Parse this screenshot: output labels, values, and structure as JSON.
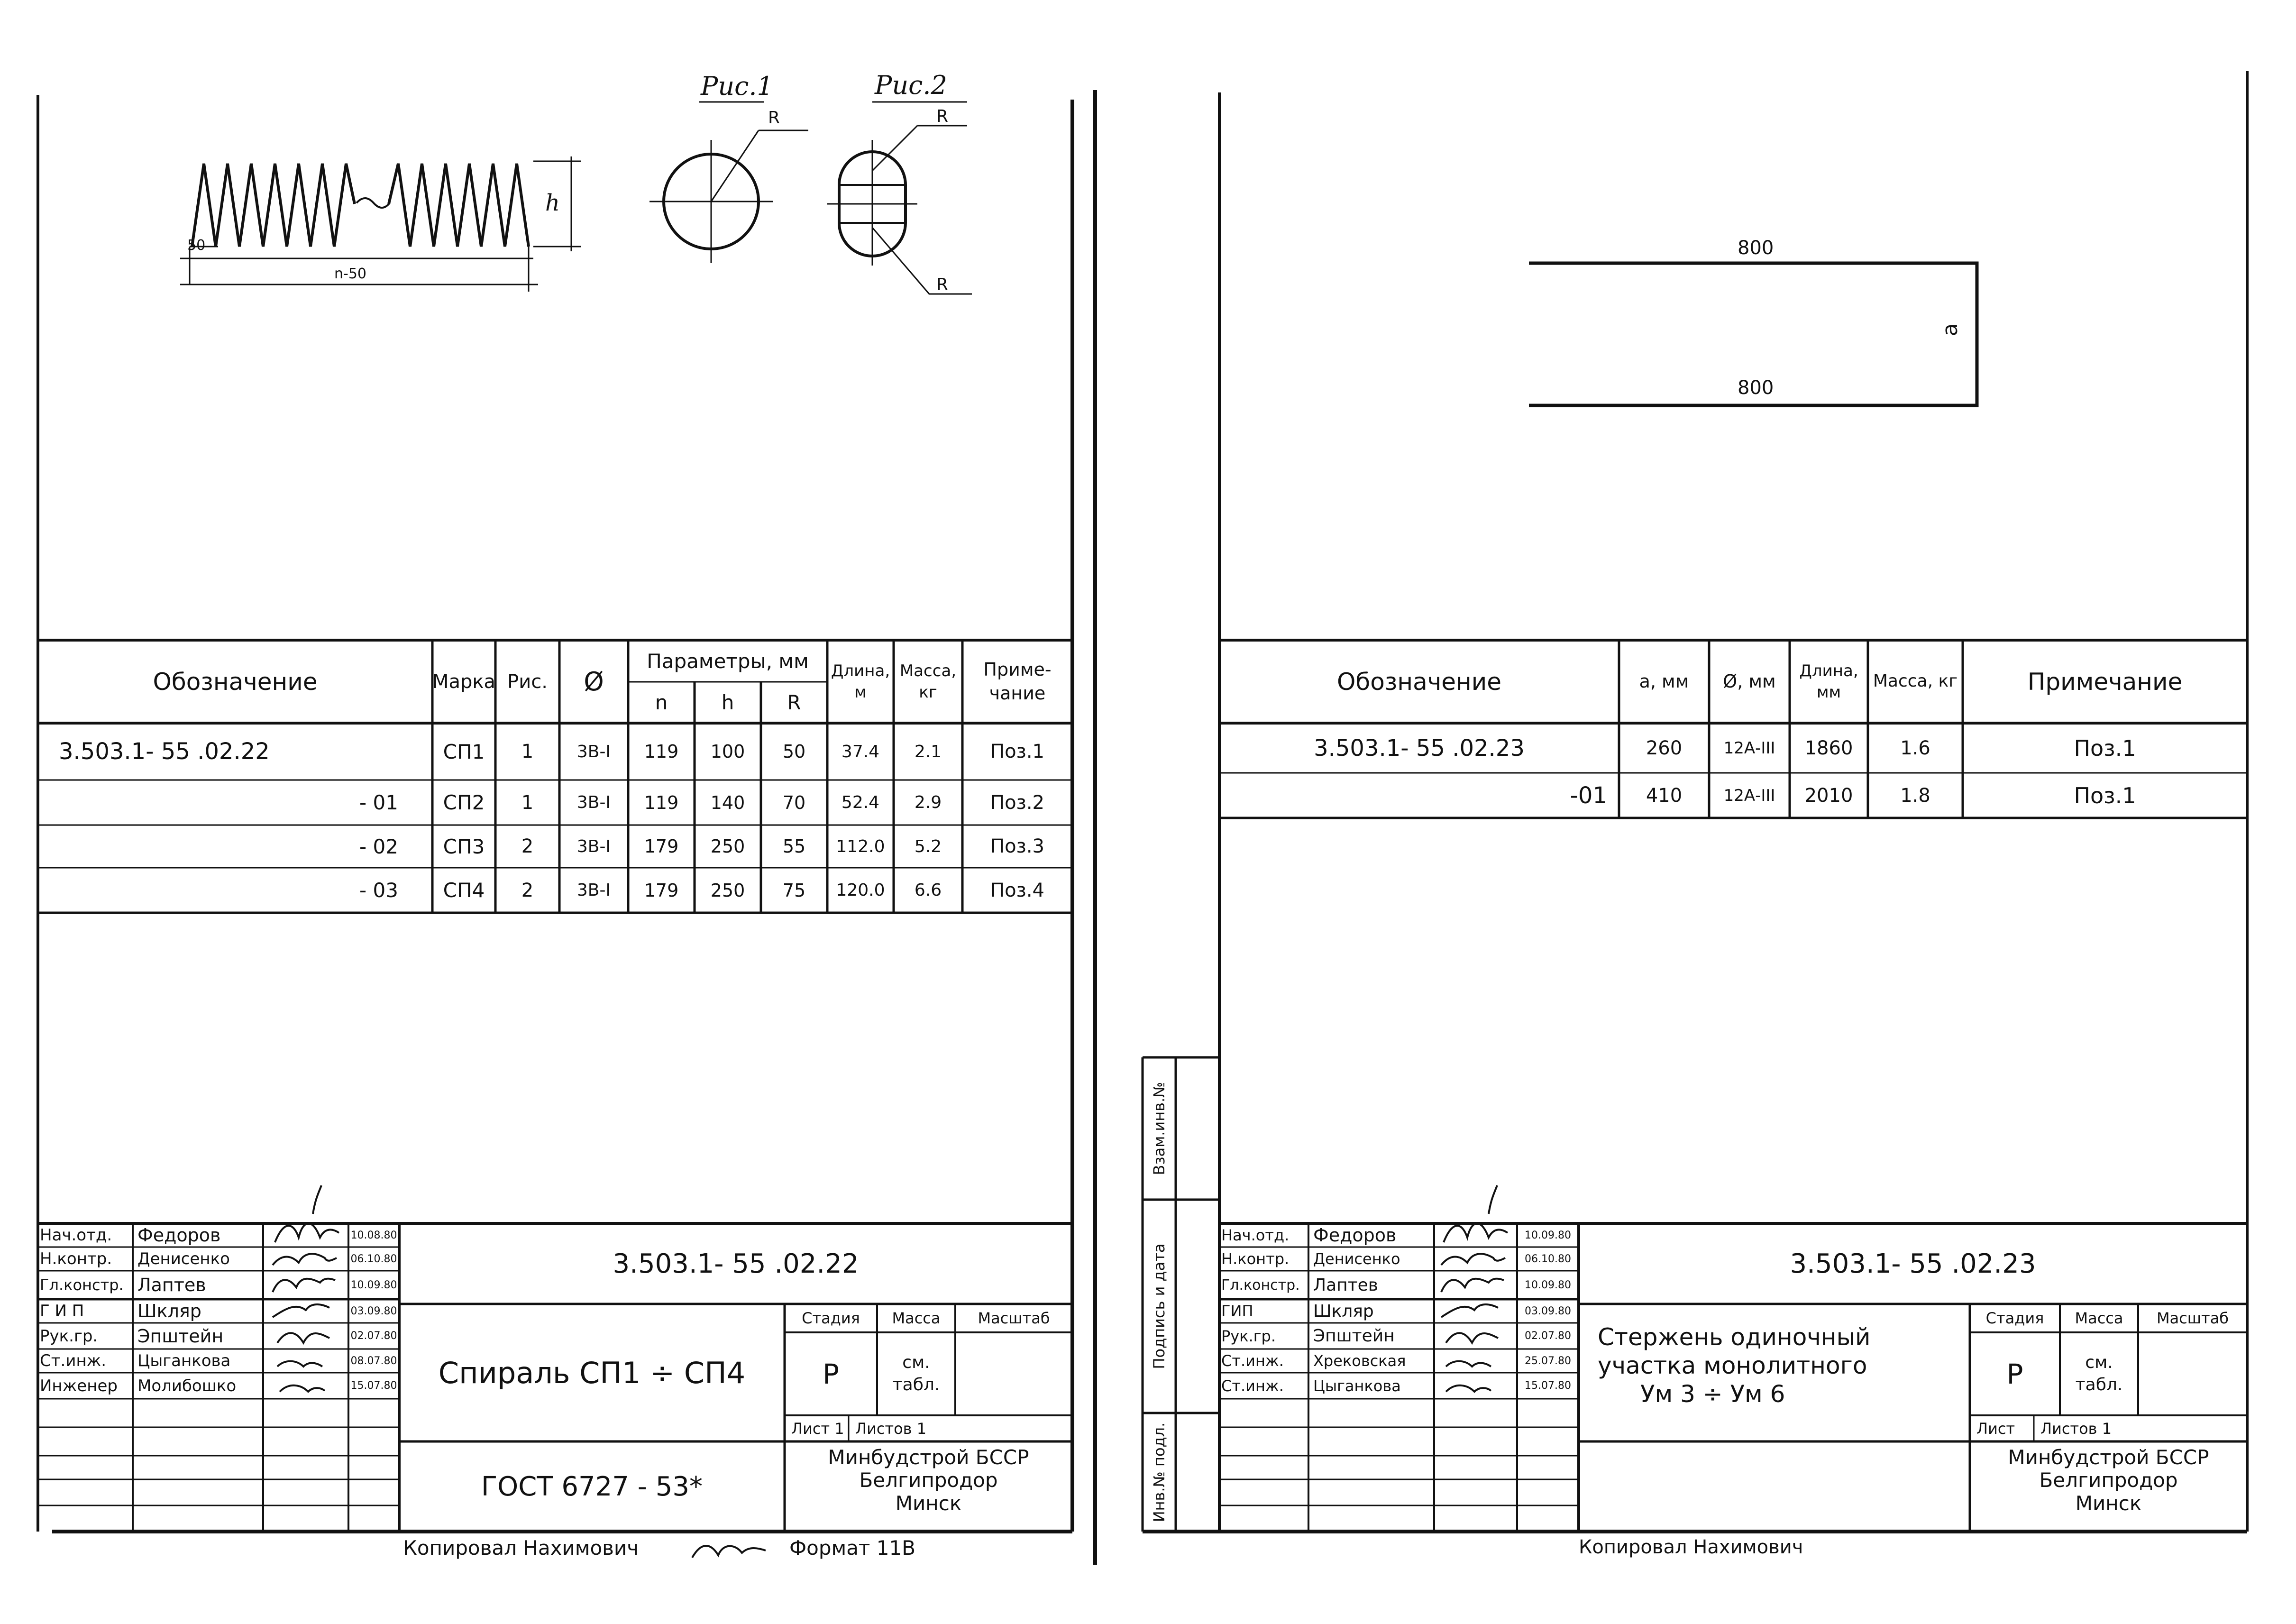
{
  "left": {
    "figure": {
      "fig1_label": "Рис.1",
      "fig2_label": "Рис.2",
      "r_label": "R",
      "h_label": "h",
      "pitch_label": "50",
      "span_label": "n-50"
    },
    "table": {
      "headers": {
        "designation": "Обозначение",
        "mark": "Марка",
        "fig": "Рис.",
        "diam": "Ø",
        "params": "Параметры, мм",
        "p_n": "n",
        "p_h": "h",
        "p_r": "R",
        "length": "Длина, м",
        "mass": "Масса, кг",
        "note": "Приме-чание"
      },
      "rows": [
        {
          "designation": "3.503.1- 55 .02.22",
          "mark": "СП1",
          "fig": "1",
          "diam": "3В-I",
          "n": "119",
          "h": "100",
          "r": "50",
          "length": "37.4",
          "mass": "2.1",
          "note": "Поз.1"
        },
        {
          "designation": "- 01",
          "mark": "СП2",
          "fig": "1",
          "diam": "3В-I",
          "n": "119",
          "h": "140",
          "r": "70",
          "length": "52.4",
          "mass": "2.9",
          "note": "Поз.2"
        },
        {
          "designation": "- 02",
          "mark": "СП3",
          "fig": "2",
          "diam": "3В-I",
          "n": "179",
          "h": "250",
          "r": "55",
          "length": "112.0",
          "mass": "5.2",
          "note": "Поз.3"
        },
        {
          "designation": "- 03",
          "mark": "СП4",
          "fig": "2",
          "diam": "3В-I",
          "n": "179",
          "h": "250",
          "r": "75",
          "length": "120.0",
          "mass": "6.6",
          "note": "Поз.4"
        }
      ]
    },
    "stamp": {
      "doc_code": "3.503.1- 55 .02.22",
      "title": "Спираль СП1 ÷ СП4",
      "standard": "ГОСТ 6727 - 53*",
      "stage_label": "Стадия",
      "mass_label": "Масса",
      "scale_label": "Масштаб",
      "stage_value": "Р",
      "mass_value": "см. табл.",
      "sheet_label": "Лист 1",
      "sheets_label": "Листов 1",
      "org": [
        "Минбудстрой БССР",
        "Белгипродор",
        "Минск"
      ],
      "people": [
        {
          "role": "Нач.отд.",
          "name": "Федоров",
          "date": "10.08.80"
        },
        {
          "role": "Н.контр.",
          "name": "Денисенко",
          "date": "06.10.80"
        },
        {
          "role": "Гл.констр.",
          "name": "Лаптев",
          "date": "10.09.80"
        },
        {
          "role": "Г И П",
          "name": "Шкляр",
          "date": "03.09.80"
        },
        {
          "role": "Рук.гр.",
          "name": "Эпштейн",
          "date": "02.07.80"
        },
        {
          "role": "Ст.инж.",
          "name": "Цыганкова",
          "date": "08.07.80"
        },
        {
          "role": "Инженер",
          "name": "Молибошко",
          "date": "15.07.80"
        }
      ],
      "copied": "Копировал Нахимович",
      "format": "Формат 11В"
    }
  },
  "right": {
    "figure": {
      "top_dim": "800",
      "bottom_dim": "800",
      "side_label": "a"
    },
    "table": {
      "headers": {
        "designation": "Обозначение",
        "a": "a, мм",
        "diam": "Ø, мм",
        "length": "Длина, мм",
        "mass": "Масса, кг",
        "note": "Примечание"
      },
      "rows": [
        {
          "designation": "3.503.1- 55 .02.23",
          "a": "260",
          "diam": "12А-III",
          "length": "1860",
          "mass": "1.6",
          "note": "Поз.1"
        },
        {
          "designation": "-01",
          "a": "410",
          "diam": "12А-III",
          "length": "2010",
          "mass": "1.8",
          "note": "Поз.1"
        }
      ]
    },
    "side_stamp": [
      "Инв.№ подл.",
      "Подпись и дата",
      "Взам.инв.№"
    ],
    "stamp": {
      "doc_code": "3.503.1- 55 .02.23",
      "title": [
        "Стержень одиночный",
        "участка монолитного",
        "Ум 3 ÷ Ум 6"
      ],
      "stage_label": "Стадия",
      "mass_label": "Масса",
      "scale_label": "Масштаб",
      "stage_value": "Р",
      "mass_value": "см. табл.",
      "sheet_label": "Лист",
      "sheets_label": "Листов 1",
      "org": [
        "Минбудстрой БССР",
        "Белгипродор",
        "Минск"
      ],
      "people": [
        {
          "role": "Нач.отд.",
          "name": "Федоров",
          "date": "10.09.80"
        },
        {
          "role": "Н.контр.",
          "name": "Денисенко",
          "date": "06.10.80"
        },
        {
          "role": "Гл.констр.",
          "name": "Лаптев",
          "date": "10.09.80"
        },
        {
          "role": "ГИП",
          "name": "Шкляр",
          "date": "03.09.80"
        },
        {
          "role": "Рук.гр.",
          "name": "Эпштейн",
          "date": "02.07.80"
        },
        {
          "role": "Ст.инж.",
          "name": "Хрековская",
          "date": "25.07.80"
        },
        {
          "role": "Ст.инж.",
          "name": "Цыганкова",
          "date": "15.07.80"
        }
      ],
      "copied": "Копировал Нахимович"
    }
  }
}
